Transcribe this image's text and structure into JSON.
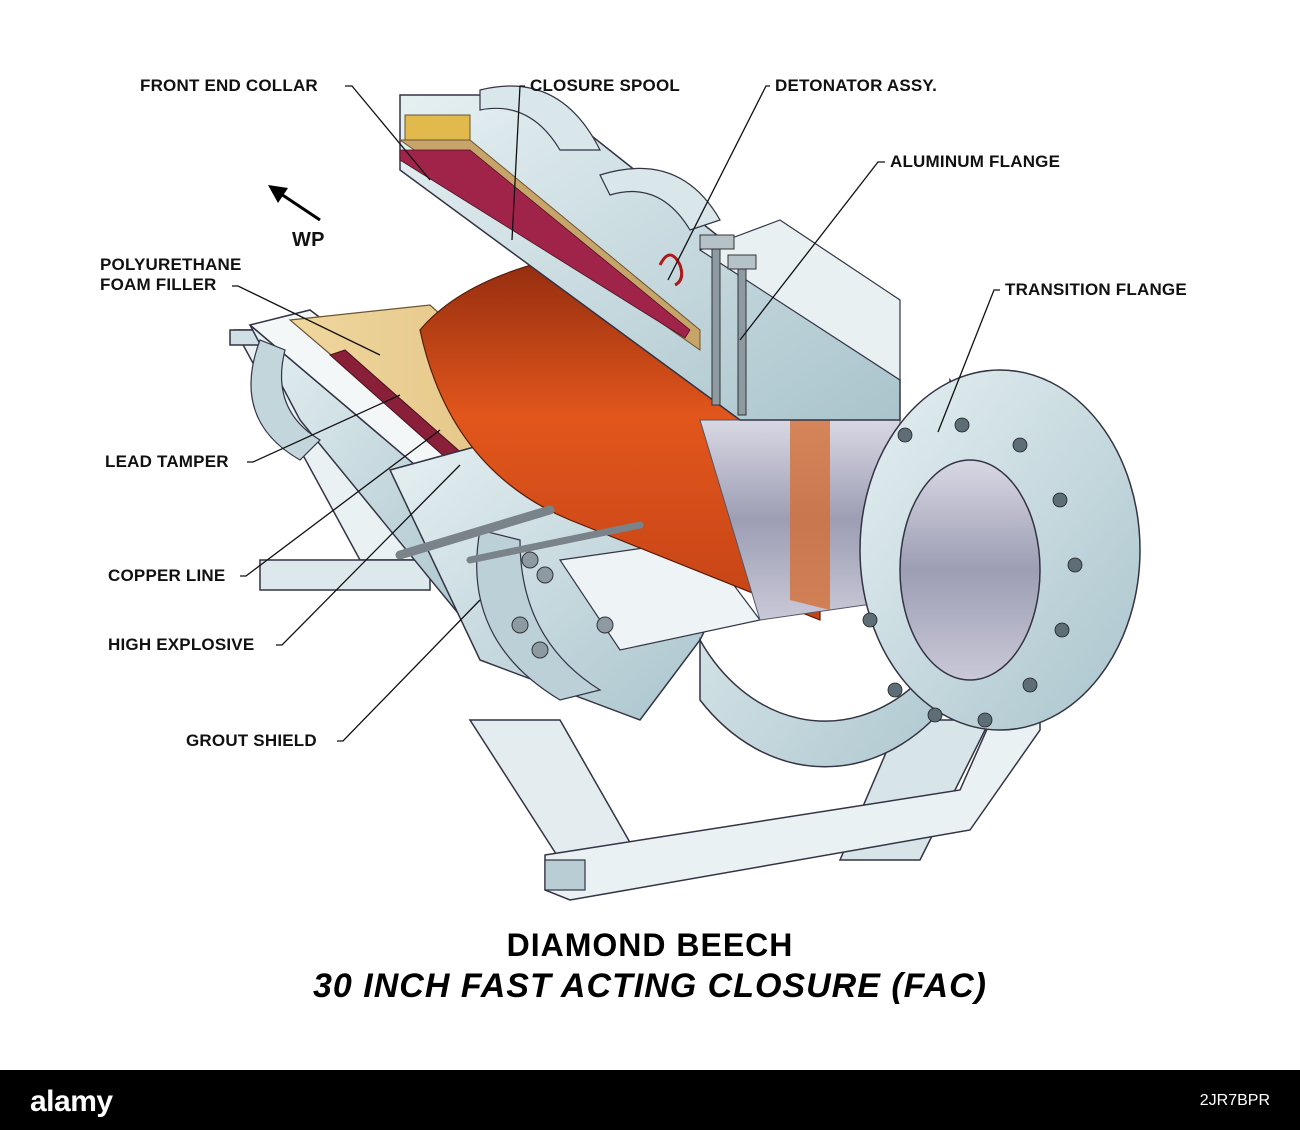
{
  "diagram": {
    "labels": {
      "front_end_collar": "FRONT END COLLAR",
      "closure_spool": "CLOSURE SPOOL",
      "detonator_assy": "DETONATOR ASSY.",
      "aluminum_flange": "ALUMINUM FLANGE",
      "transition_flange": "TRANSITION FLANGE",
      "wp": "WP",
      "polyurethane_foam_filler": "POLYURETHANE FOAM FILLER",
      "lead_tamper": "LEAD TAMPER",
      "copper_line": "COPPER LINE",
      "high_explosive": "HIGH EXPLOSIVE",
      "grout_shield": "GROUT SHIELD"
    },
    "title": "DIAMOND BEECH",
    "subtitle": "30 INCH FAST ACTING  CLOSURE (FAC)",
    "colors": {
      "steel": "#cfe1e6",
      "steel_dark": "#a9c4cc",
      "bore_orange": "#e2561c",
      "bore_dark": "#8e2a0e",
      "foam": "#e8c98a",
      "bore_steel": "#a9a9c0"
    }
  },
  "footer": {
    "logo": "alamy",
    "code": "2JR7BPR"
  }
}
